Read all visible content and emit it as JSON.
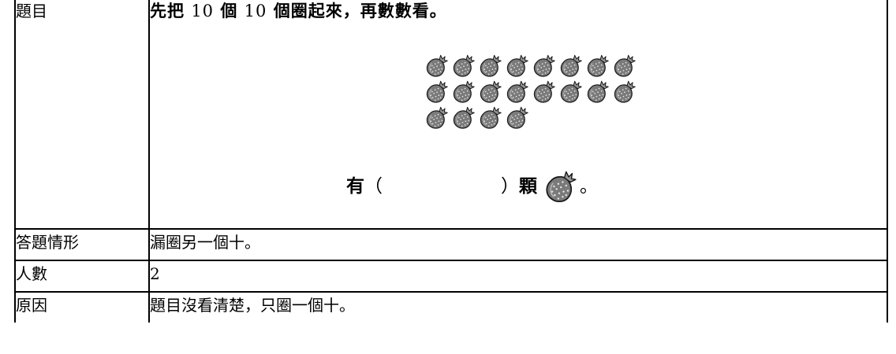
{
  "labels": {
    "question": "題目",
    "answer_situation": "答題情形",
    "count": "人數",
    "reason": "原因"
  },
  "question": {
    "prompt_a": "先把",
    "prompt_n1": "10",
    "prompt_b": "個",
    "prompt_n2": "10",
    "prompt_c": "個圈起來，再數數看。",
    "strawberry_rows": [
      8,
      8,
      4
    ],
    "answer_prefix": "有",
    "paren_open": "（",
    "paren_close": "）",
    "answer_suffix": "顆",
    "tail_mark": "。"
  },
  "answer_situation": "漏圈另一個十。",
  "count": "2",
  "reason": "題目沒看清楚，只圈一個十。",
  "icons": {
    "strawberry": "strawberry-icon"
  }
}
